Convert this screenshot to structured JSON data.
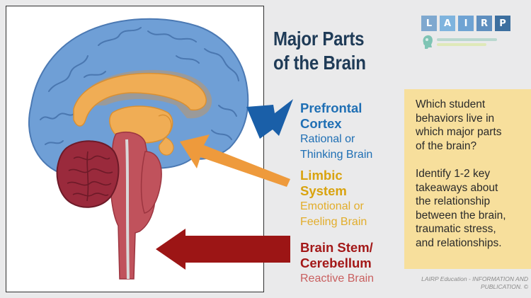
{
  "slide": {
    "title": "Major Parts of the Brain",
    "logo_letters": [
      "L",
      "A",
      "I",
      "R",
      "P"
    ],
    "colors": {
      "background": "#eaeaeb",
      "title": "#1f3b57",
      "prefrontal": "#1f6fb4",
      "limbic": "#d9a30f",
      "brainstem": "#a31818",
      "question_box": "#f7df9c"
    }
  },
  "labels": {
    "prefrontal": {
      "head_line1": "Prefrontal",
      "head_line2": "Cortex",
      "desc_line1": "Rational or",
      "desc_line2": "Thinking Brain",
      "arrow": "blue-arrow"
    },
    "limbic": {
      "head_line1": "Limbic",
      "head_line2": "System",
      "desc_line1": "Emotional or",
      "desc_line2": "Feeling Brain",
      "arrow": "orange-arrow"
    },
    "brainstem": {
      "head_line1": "Brain Stem/",
      "head_line2": "Cerebellum",
      "desc_line1": "Reactive Brain",
      "arrow": "red-arrow"
    }
  },
  "question_box": {
    "q1_lines": [
      "Which student",
      "behaviors live in",
      "which major parts",
      "of the brain?"
    ],
    "q2_lines": [
      "Identify 1-2 key",
      "takeaways about",
      "the relationship",
      "between the brain,",
      "traumatic stress,",
      "and relationships."
    ]
  },
  "footer": {
    "line1": "LAIRP Education - INFORMATION AND",
    "line2": "PUBLICATION. ©"
  }
}
